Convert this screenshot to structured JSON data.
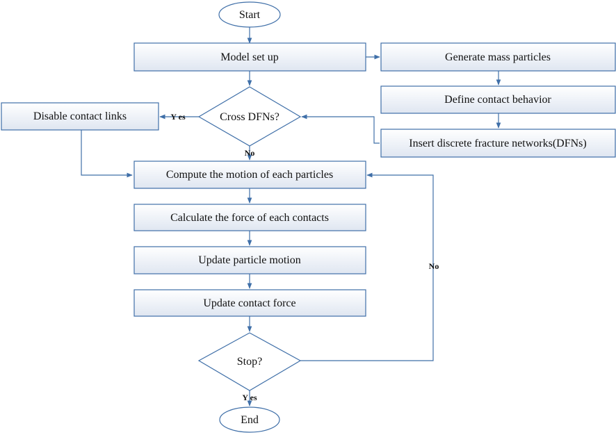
{
  "nodes": {
    "start": "Start",
    "model_setup": "Model set up",
    "generate_mass": "Generate mass particles",
    "define_contact": "Define contact behavior",
    "insert_dfn": "Insert discrete fracture networks(DFNs)",
    "cross_dfns": "Cross DFNs?",
    "disable_links": "Disable contact links",
    "compute_motion": "Compute the motion of each particles",
    "calculate_force": "Calculate the force of each contacts",
    "update_motion": "Update particle motion",
    "update_force": "Update contact force",
    "stop": "Stop?",
    "end": "End"
  },
  "edge_labels": {
    "cross_yes": "Y es",
    "cross_no": "No",
    "stop_no": "No",
    "stop_yes": "Y es"
  },
  "colors": {
    "border": "#3f6fa8",
    "box_fill_top": "#ffffff",
    "box_fill_bottom": "#dfe6f1",
    "text": "#111111"
  }
}
